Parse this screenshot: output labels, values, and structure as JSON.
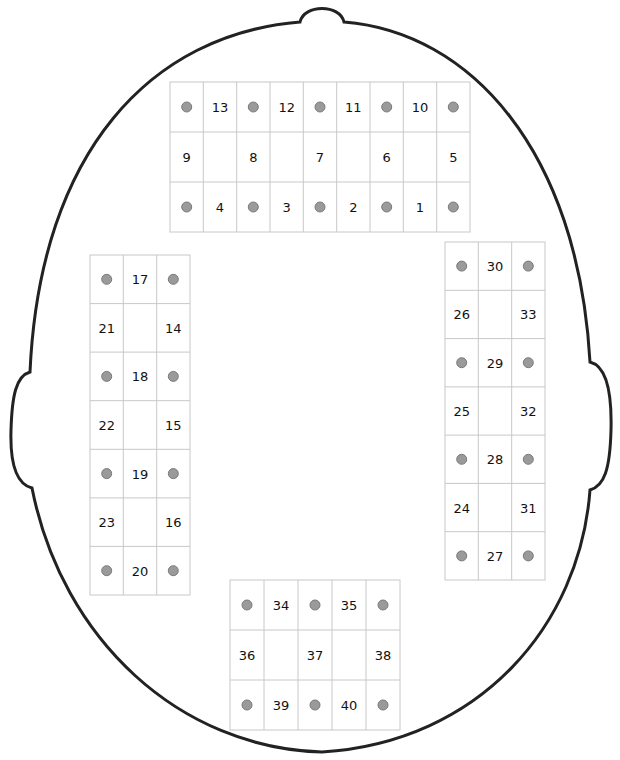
{
  "diagram": {
    "labels": [
      "13",
      "12",
      "11",
      "10",
      "9",
      "8",
      "7",
      "6",
      "5",
      "4",
      "3",
      "2",
      "1",
      "17",
      "21",
      "14",
      "18",
      "22",
      "15",
      "19",
      "23",
      "16",
      "20",
      "30",
      "26",
      "33",
      "29",
      "25",
      "32",
      "28",
      "24",
      "31",
      "27",
      "34",
      "35",
      "36",
      "37",
      "38",
      "39",
      "40"
    ]
  }
}
